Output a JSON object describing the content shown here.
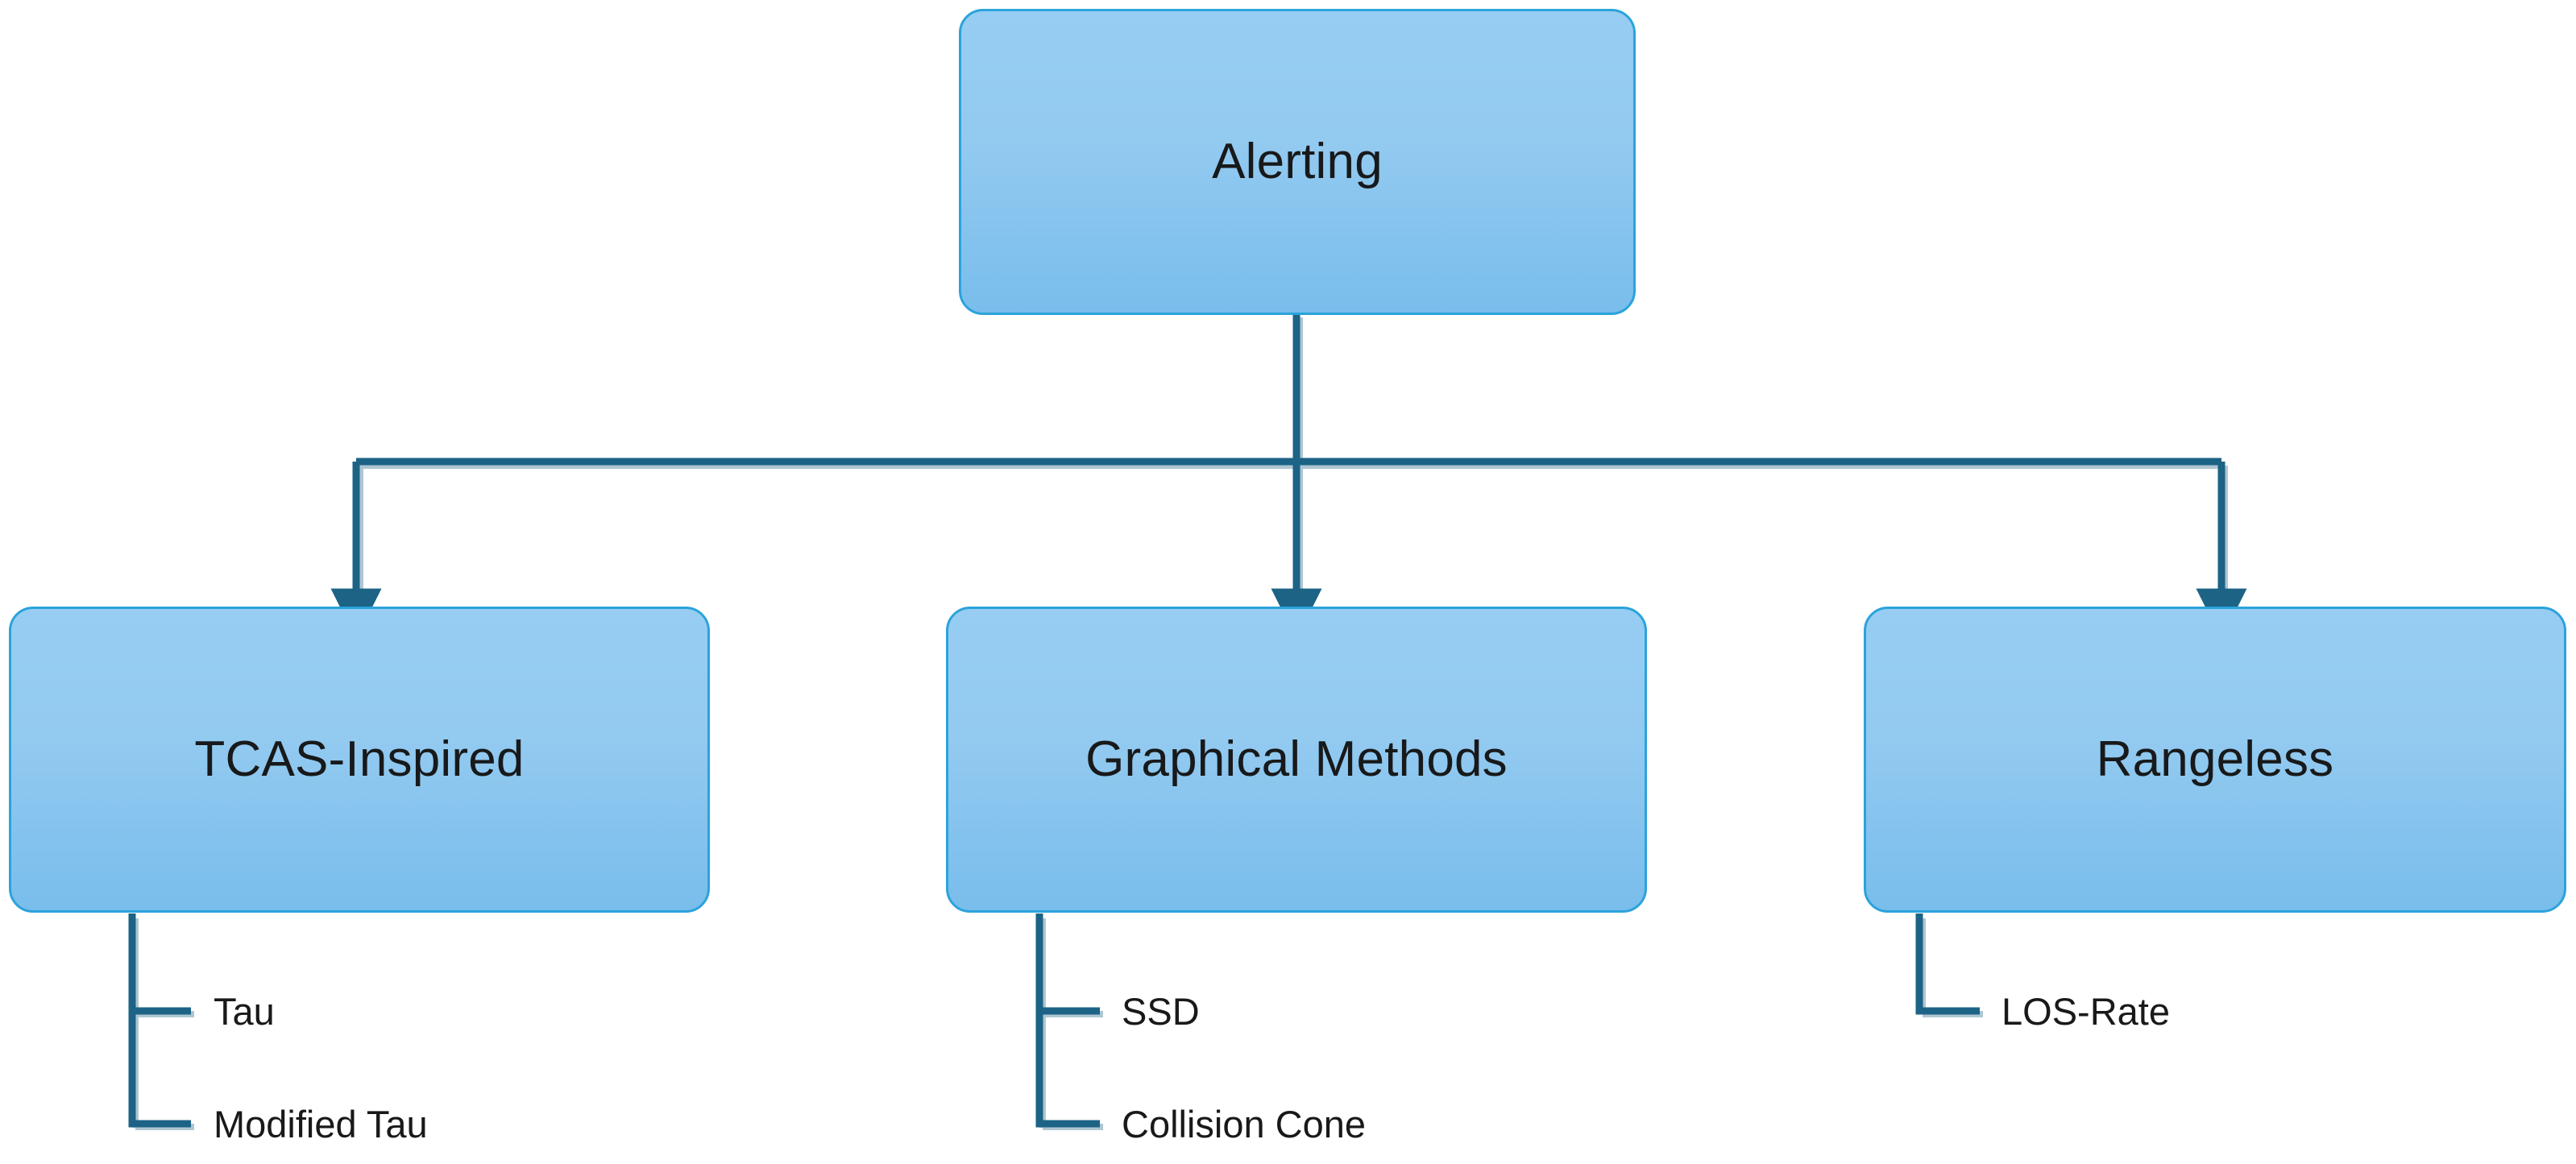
{
  "diagram": {
    "title": "Alerting",
    "type": "hierarchy-tree",
    "colors": {
      "node_fill_top": "#97CDF2",
      "node_fill_bottom": "#79BDEC",
      "node_border": "#2BA3DB",
      "connector": "#1C6386",
      "connector_shadow": "#A8C3D1",
      "text": "#18191A",
      "background": "#FFFFFF"
    },
    "root": {
      "label": "Alerting"
    },
    "branches": [
      {
        "label": "TCAS-Inspired",
        "leaves": [
          {
            "label": "Tau"
          },
          {
            "label": "Modified Tau"
          }
        ]
      },
      {
        "label": "Graphical Methods",
        "leaves": [
          {
            "label": "SSD"
          },
          {
            "label": "Collision Cone"
          }
        ]
      },
      {
        "label": "Rangeless",
        "leaves": [
          {
            "label": "LOS-Rate"
          }
        ]
      }
    ]
  }
}
